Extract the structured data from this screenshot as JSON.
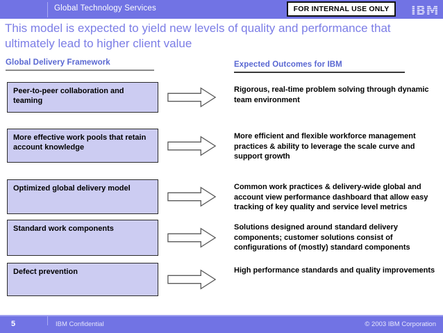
{
  "topbar": {
    "title": "Global Technology Services",
    "internal_label": "FOR INTERNAL USE ONLY",
    "logo_text": "IBM"
  },
  "slide": {
    "title": "This model is expected to yield new levels of quality and performance that ultimately lead to higher client value"
  },
  "columns": {
    "left_header": "Global Delivery Framework",
    "right_header": "Expected Outcomes for IBM"
  },
  "rows": [
    {
      "framework": "Peer-to-peer collaboration and teaming",
      "outcome": "Rigorous, real-time problem solving through dynamic team environment"
    },
    {
      "framework": "More effective work pools that retain account knowledge",
      "outcome": "More efficient and flexible workforce management practices & ability to leverage the scale curve and support growth"
    },
    {
      "framework": "Optimized global delivery model",
      "outcome": "Common work practices & delivery-wide global and account view performance dashboard that allow easy tracking of key quality and service level metrics"
    },
    {
      "framework": "Standard work components",
      "outcome": "Solutions designed around standard delivery components; customer solutions consist of configurations of (mostly) standard components"
    },
    {
      "framework": "Defect prevention",
      "outcome": "High performance standards and quality improvements"
    }
  ],
  "footer": {
    "page_number": "5",
    "confidential": "IBM Confidential",
    "copyright": "© 2003 IBM Corporation"
  },
  "colors": {
    "bar_purple": "#7173E4",
    "box_fill": "#CCCCF2",
    "box_border": "#2B2B2B",
    "title_blue": "#7B7DE6",
    "column_header_blue": "#5A68D2",
    "left_underline_gray": "#8A8A8A",
    "right_underline_dark": "#3A3A3A",
    "arrow_outline": "#5A5A5A"
  }
}
